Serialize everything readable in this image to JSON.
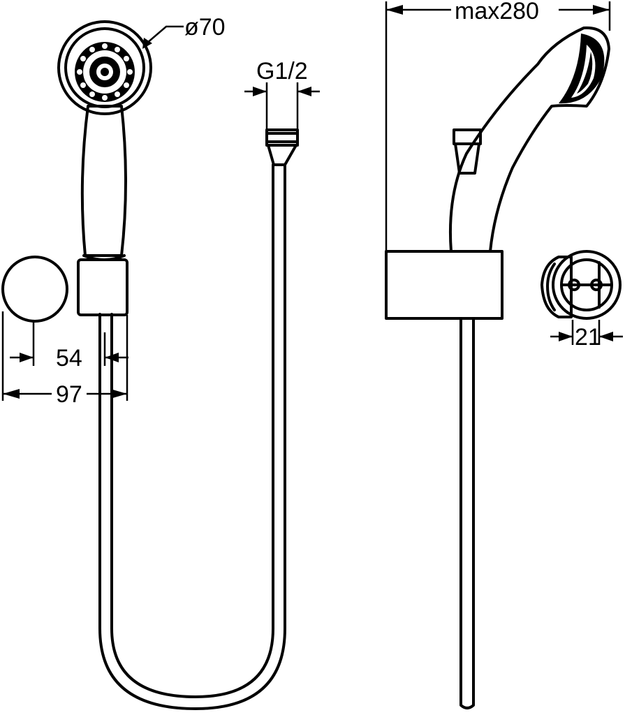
{
  "drawing": {
    "background": "#ffffff",
    "stroke_color": "#000000",
    "dimensions": {
      "showerhead_diameter": "ø70",
      "thread_size": "G1/2",
      "max_length": "max280",
      "holder_inner_width": "54",
      "holder_total_width": "97",
      "bracket_width": "21"
    }
  }
}
